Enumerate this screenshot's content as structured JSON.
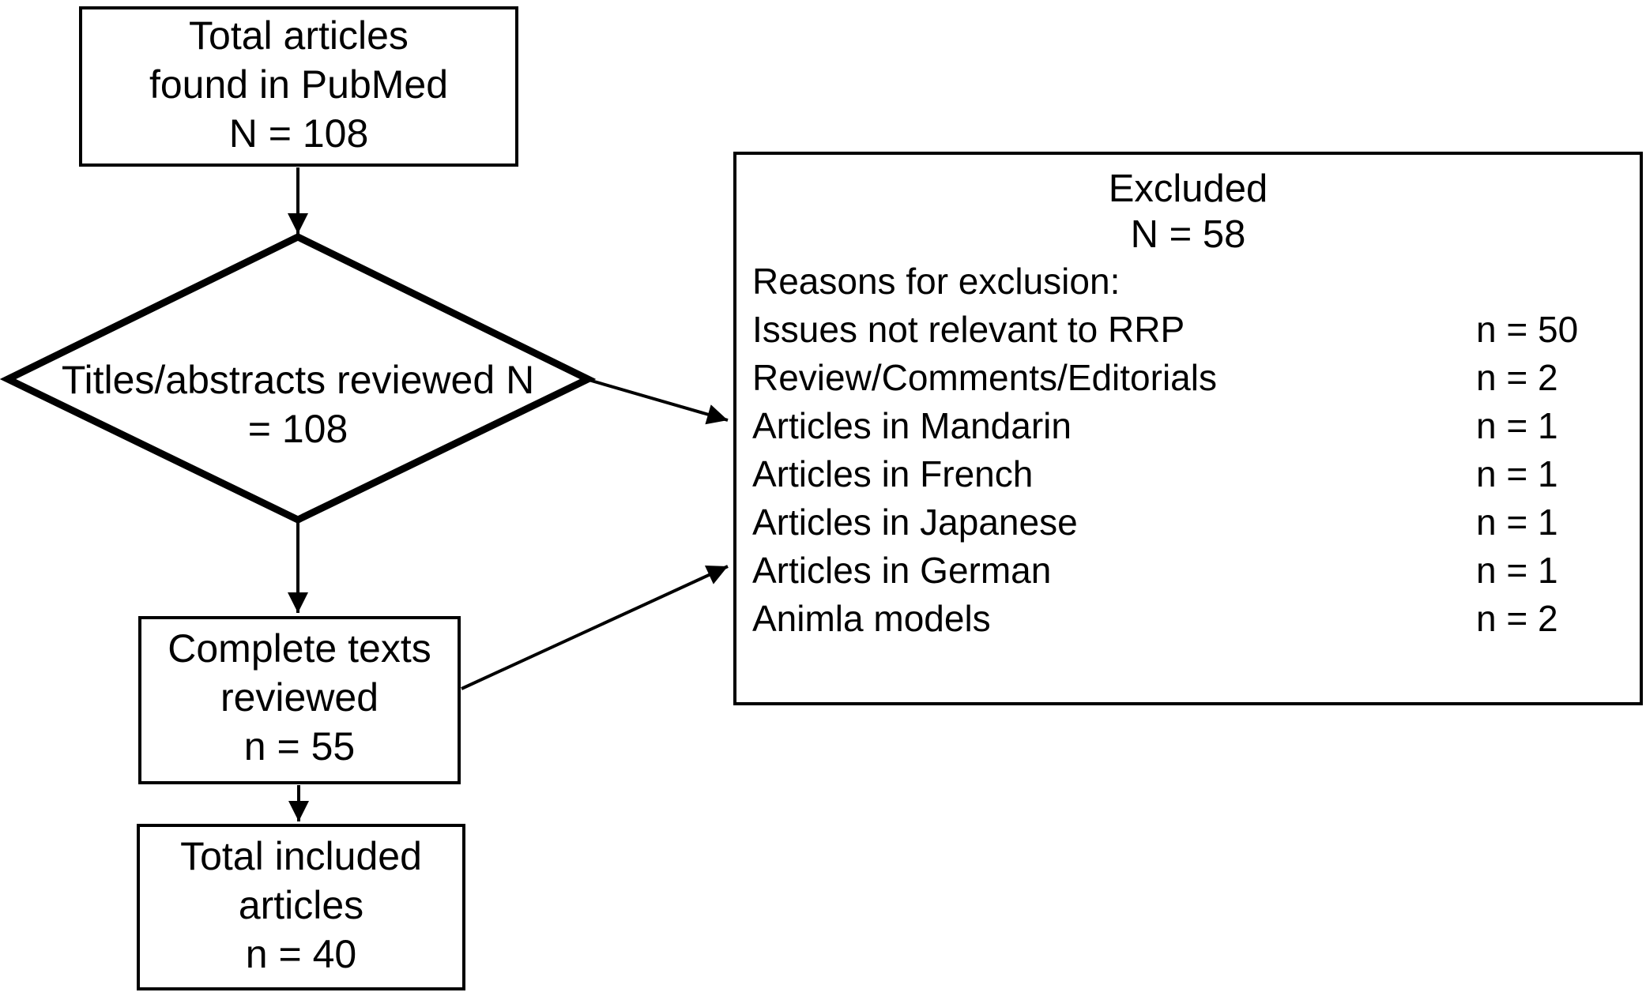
{
  "diagram": {
    "colors": {
      "ink": "#000000",
      "background": "#ffffff"
    },
    "total_articles": {
      "line1": "Total articles",
      "line2": "found in PubMed",
      "line3": "N = 108"
    },
    "titles_reviewed": {
      "line1": "Titles/abstracts reviewed",
      "line2": "N = 108"
    },
    "complete_texts": {
      "line1": "Complete texts",
      "line2": "reviewed",
      "line3": "n = 55"
    },
    "total_included": {
      "line1": "Total included",
      "line2": "articles",
      "line3": "n = 40"
    },
    "excluded": {
      "title": "Excluded",
      "count": "N = 58",
      "reasons_header": "Reasons for exclusion:",
      "reasons": [
        {
          "label": "Issues not relevant to RRP",
          "value": "n = 50"
        },
        {
          "label": "Review/Comments/Editorials",
          "value": "n = 2"
        },
        {
          "label": "Articles in Mandarin",
          "value": "n = 1"
        },
        {
          "label": "Articles in French",
          "value": "n = 1"
        },
        {
          "label": "Articles in Japanese",
          "value": "n = 1"
        },
        {
          "label": "Articles in German",
          "value": "n = 1"
        },
        {
          "label": "Animla models",
          "value": "n = 2"
        }
      ]
    }
  }
}
